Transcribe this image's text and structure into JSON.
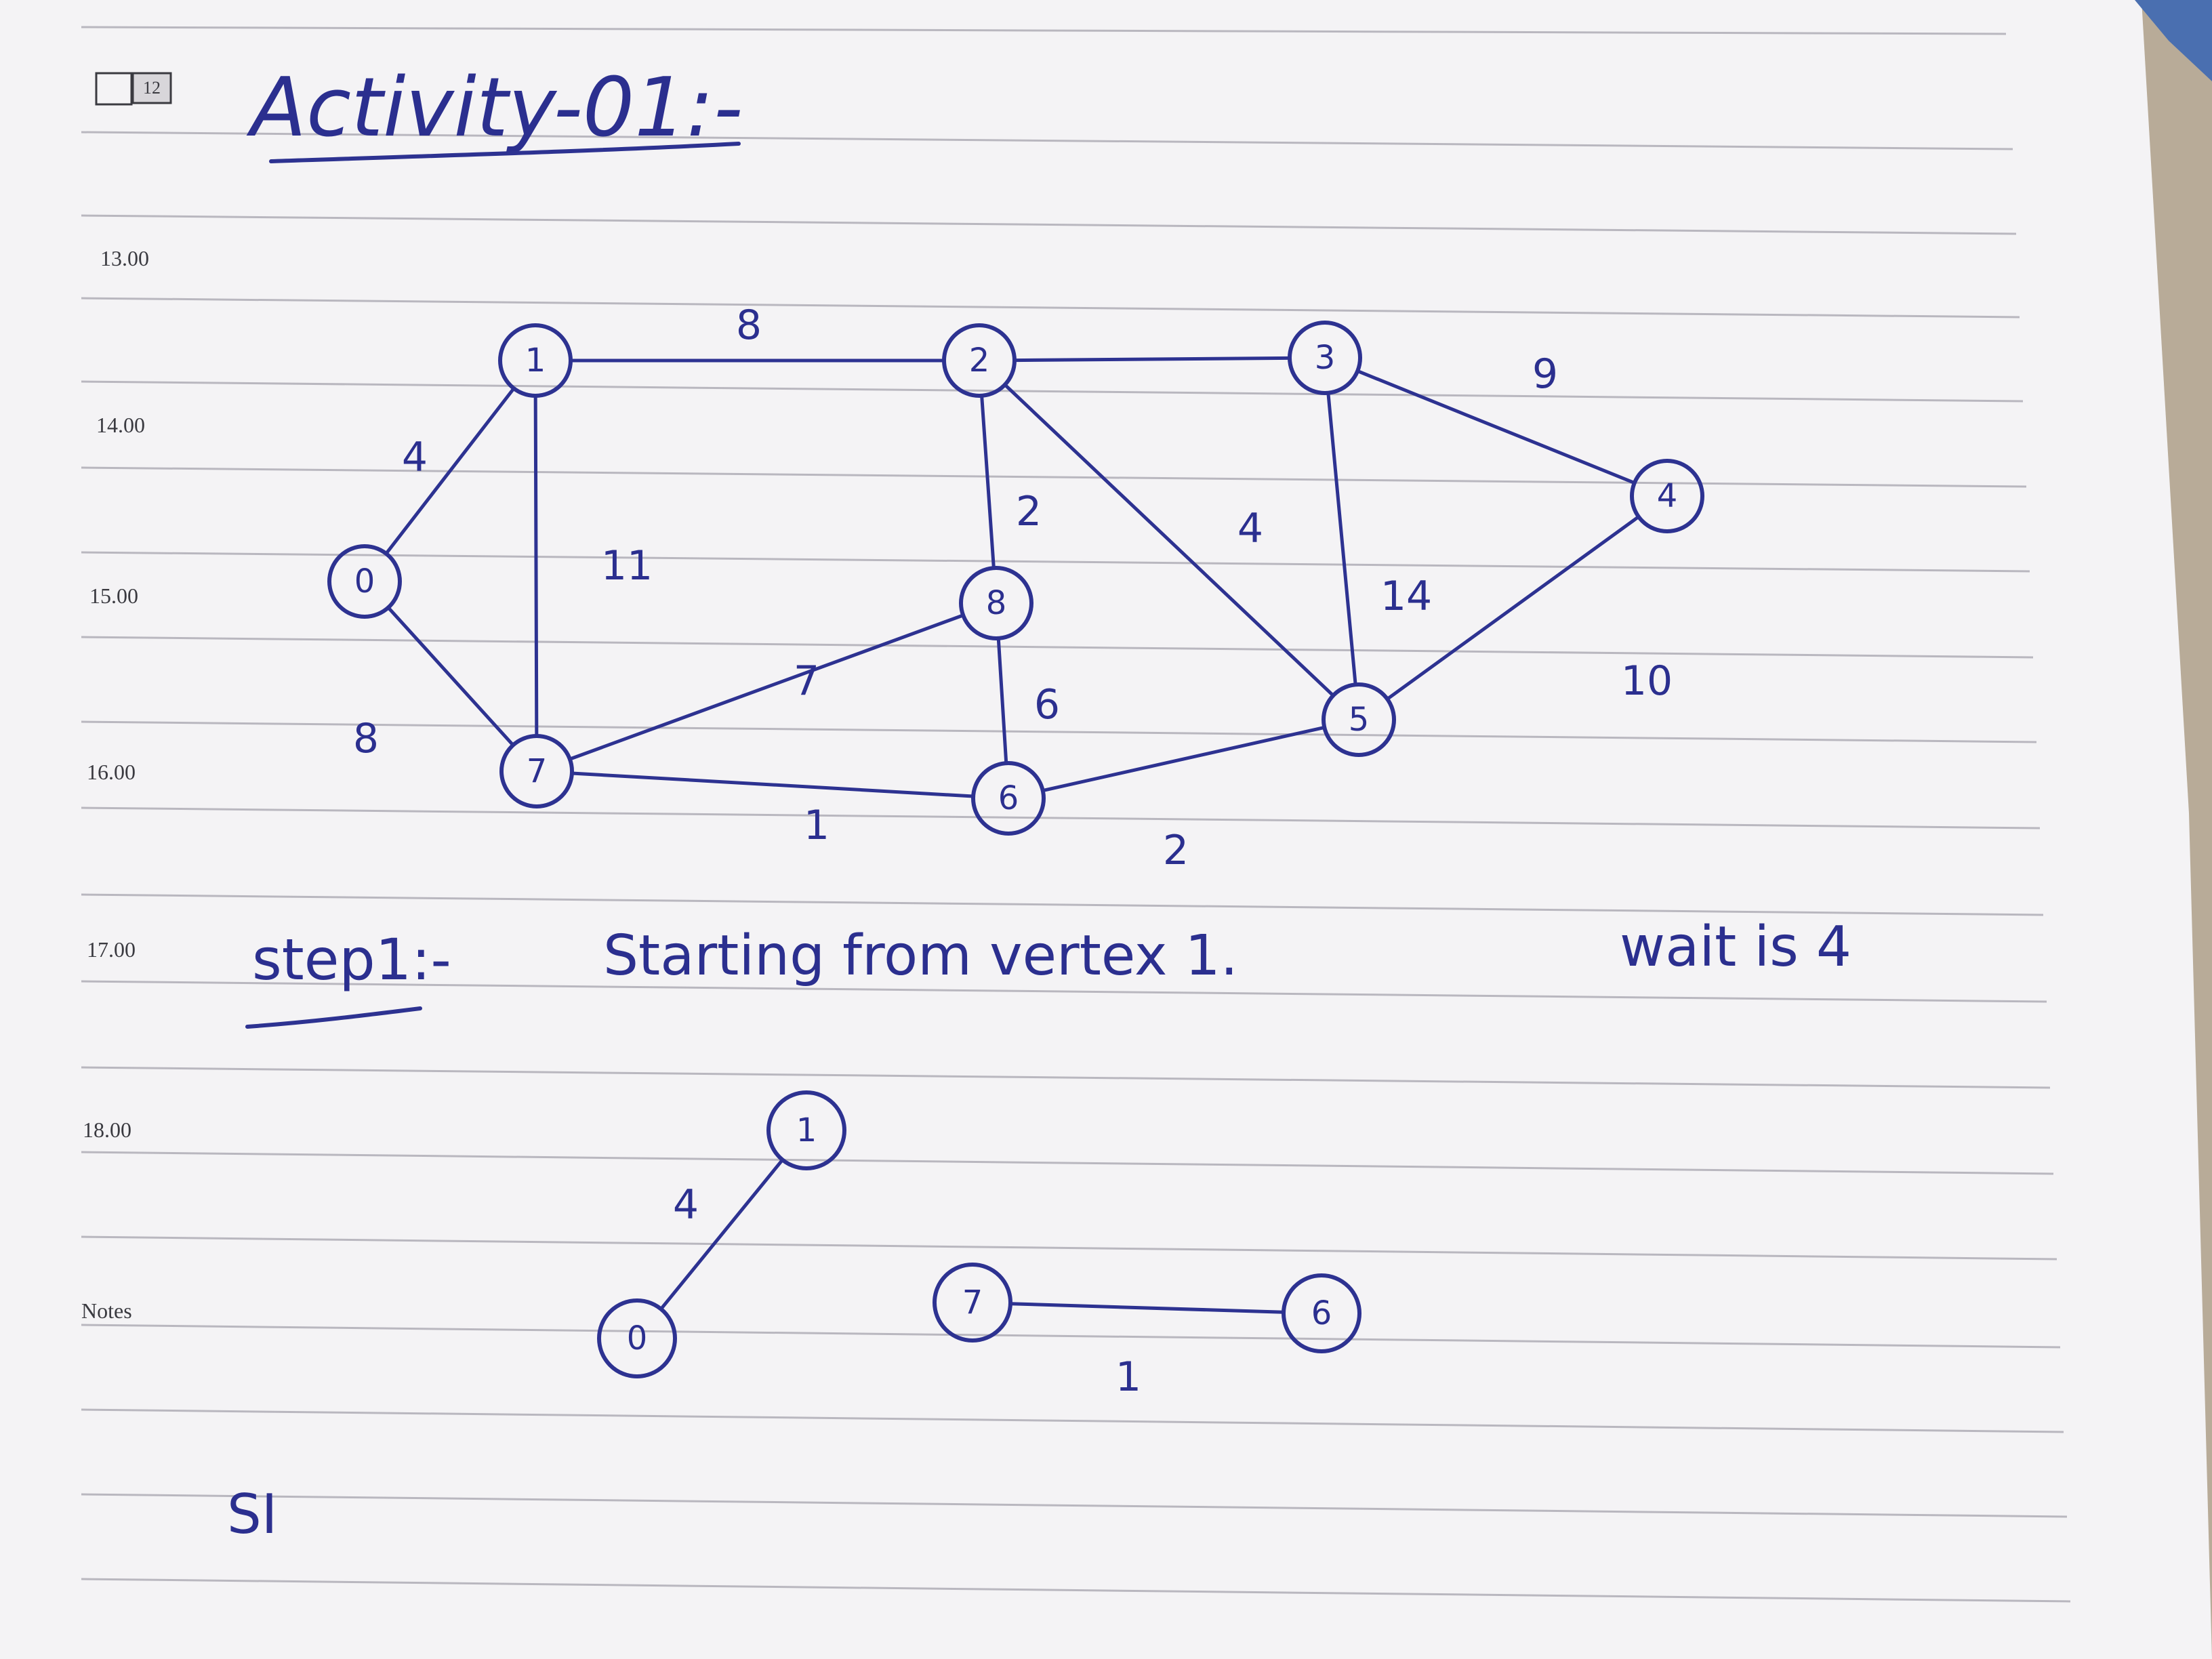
{
  "page_number": "12",
  "title": "Activity-01:-",
  "time_labels": [
    "13.00",
    "14.00",
    "15.00",
    "16.00",
    "17.00",
    "18.00",
    "Notes"
  ],
  "step_text": {
    "label": "step1:-",
    "body": "Starting from vertex 1.",
    "tail": "wait is 4"
  },
  "graph": {
    "nodes": [
      "0",
      "1",
      "2",
      "3",
      "4",
      "5",
      "6",
      "7",
      "8"
    ],
    "edges": [
      {
        "from": "0",
        "to": "1",
        "weight": "4"
      },
      {
        "from": "0",
        "to": "7",
        "weight": "8"
      },
      {
        "from": "1",
        "to": "7",
        "weight": "11"
      },
      {
        "from": "1",
        "to": "2",
        "weight": "8"
      },
      {
        "from": "2",
        "to": "3",
        "weight": ""
      },
      {
        "from": "2",
        "to": "8",
        "weight": "2"
      },
      {
        "from": "2",
        "to": "5",
        "weight": "4"
      },
      {
        "from": "3",
        "to": "4",
        "weight": "9"
      },
      {
        "from": "3",
        "to": "5",
        "weight": "14"
      },
      {
        "from": "4",
        "to": "5",
        "weight": "10"
      },
      {
        "from": "7",
        "to": "8",
        "weight": "7"
      },
      {
        "from": "8",
        "to": "6",
        "weight": "6"
      },
      {
        "from": "7",
        "to": "6",
        "weight": "1"
      },
      {
        "from": "6",
        "to": "5",
        "weight": "2"
      }
    ]
  },
  "step_graph": {
    "nodes": [
      "0",
      "1",
      "7",
      "6"
    ],
    "edges": [
      {
        "from": "0",
        "to": "1",
        "weight": "4"
      },
      {
        "from": "7",
        "to": "6",
        "weight": "1"
      }
    ]
  },
  "footer_mark": "SI",
  "colors": {
    "ink": "#2d3291",
    "paper": "#f4f3f5",
    "rule": "#b9b7bf",
    "print": "#3a3a40"
  }
}
